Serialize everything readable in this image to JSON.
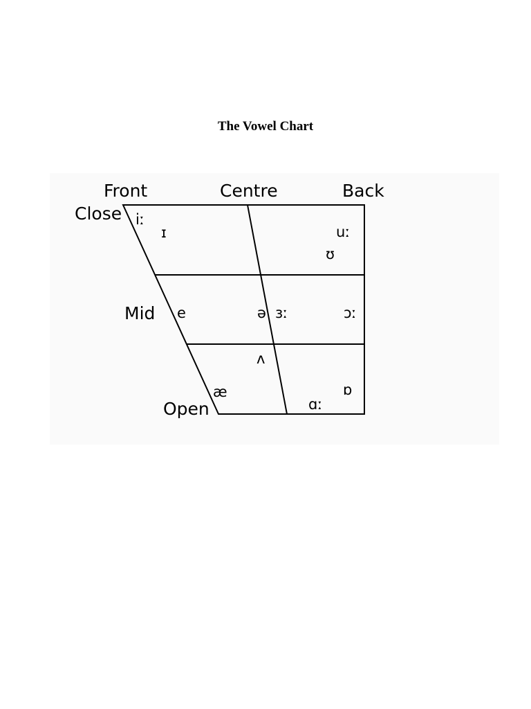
{
  "page": {
    "title": "The Vowel Chart"
  },
  "chart": {
    "column_labels": {
      "front": "Front",
      "centre": "Centre",
      "back": "Back"
    },
    "row_labels": {
      "close": "Close",
      "mid": "Mid",
      "open": "Open"
    },
    "vowels": [
      {
        "id": "i-long",
        "symbol": "iː"
      },
      {
        "id": "i-short",
        "symbol": "ɪ"
      },
      {
        "id": "u-long",
        "symbol": "uː"
      },
      {
        "id": "u-short",
        "symbol": "ʊ"
      },
      {
        "id": "e",
        "symbol": "e"
      },
      {
        "id": "schwa",
        "symbol": "ə"
      },
      {
        "id": "er-long",
        "symbol": "ɜː"
      },
      {
        "id": "o-long",
        "symbol": "ɔː"
      },
      {
        "id": "wedge",
        "symbol": "ʌ"
      },
      {
        "id": "ash",
        "symbol": "æ"
      },
      {
        "id": "a-long",
        "symbol": "ɑː"
      },
      {
        "id": "o-short",
        "symbol": "ɒ"
      }
    ]
  }
}
